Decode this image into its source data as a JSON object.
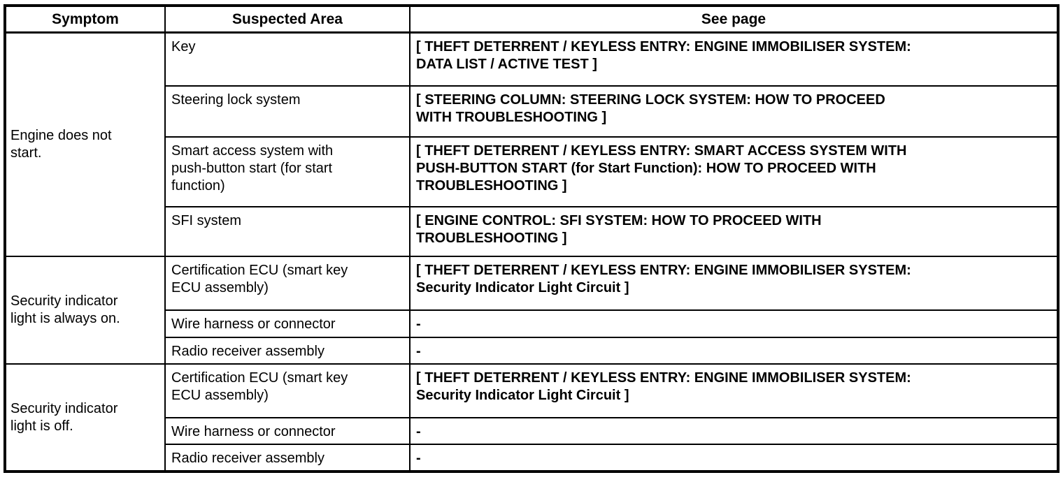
{
  "table": {
    "headers": [
      "Symptom",
      "Suspected Area",
      "See page"
    ],
    "groups": [
      {
        "symptom": "Engine does not\nstart.",
        "rows": [
          {
            "area": "Key",
            "page": "[ THEFT DETERRENT / KEYLESS ENTRY: ENGINE IMMOBILISER SYSTEM:\nDATA LIST / ACTIVE TEST ]"
          },
          {
            "area": "Steering lock system",
            "page": "[ STEERING COLUMN: STEERING LOCK SYSTEM: HOW TO PROCEED\nWITH TROUBLESHOOTING ]"
          },
          {
            "area": "Smart access system with\npush-button start (for start\nfunction)",
            "page": "[ THEFT DETERRENT / KEYLESS ENTRY: SMART ACCESS SYSTEM WITH\nPUSH-BUTTON START (for Start Function): HOW TO PROCEED WITH\nTROUBLESHOOTING ]"
          },
          {
            "area": "SFI system",
            "page": "[ ENGINE CONTROL: SFI SYSTEM: HOW TO PROCEED WITH\nTROUBLESHOOTING ]"
          }
        ]
      },
      {
        "symptom": "Security indicator\nlight is always on.",
        "rows": [
          {
            "area": "Certification ECU (smart key\nECU assembly)",
            "page": "[ THEFT DETERRENT / KEYLESS ENTRY: ENGINE IMMOBILISER SYSTEM:\nSecurity Indicator Light Circuit ]"
          },
          {
            "area": "Wire harness or connector",
            "page": "-"
          },
          {
            "area": "Radio receiver assembly",
            "page": "-"
          }
        ]
      },
      {
        "symptom": "Security indicator\nlight is off.",
        "rows": [
          {
            "area": "Certification ECU (smart key\nECU assembly)",
            "page": "[ THEFT DETERRENT / KEYLESS ENTRY: ENGINE IMMOBILISER SYSTEM:\nSecurity Indicator Light Circuit ]"
          },
          {
            "area": "Wire harness or connector",
            "page": "-"
          },
          {
            "area": "Radio receiver assembly",
            "page": "-"
          }
        ]
      }
    ]
  }
}
